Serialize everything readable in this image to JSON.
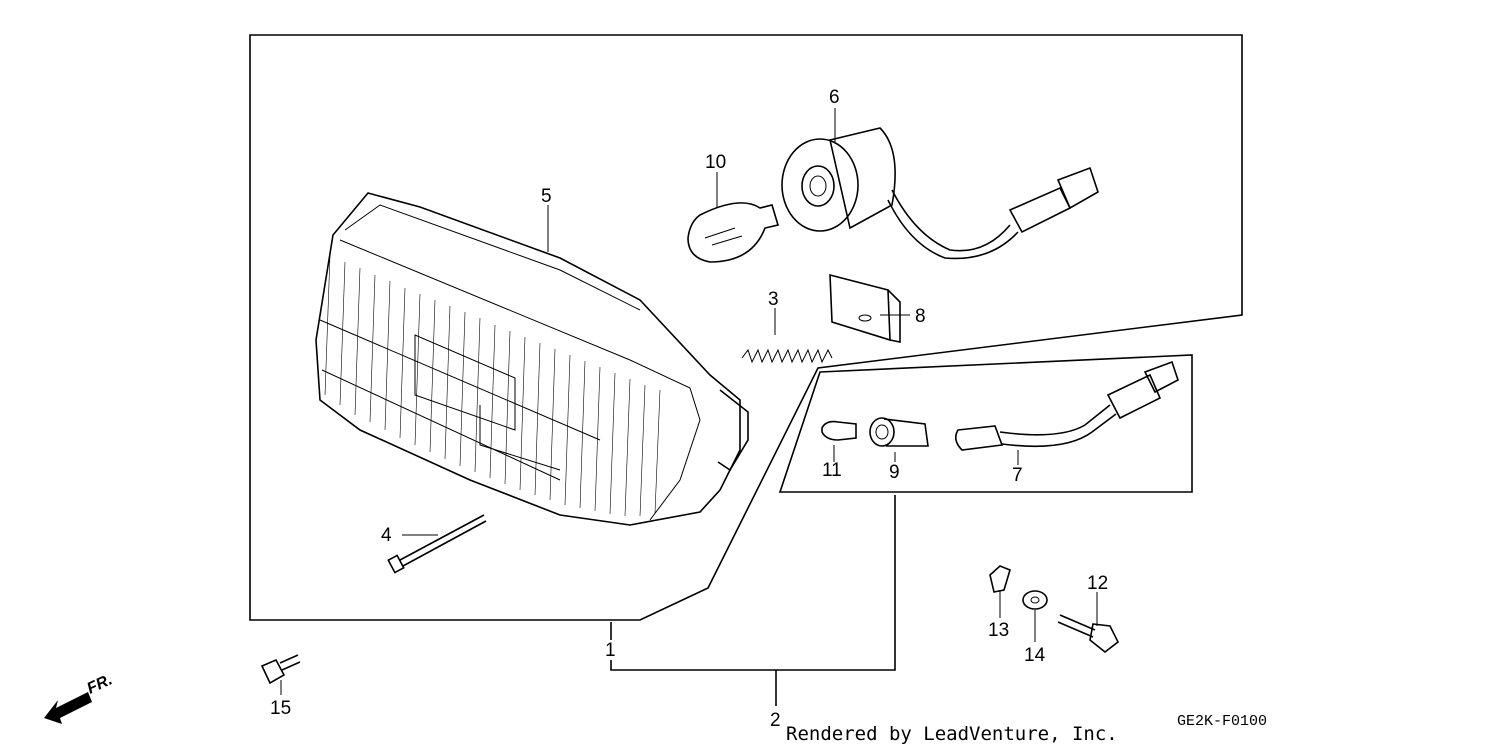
{
  "diagram": {
    "callouts": {
      "c1": "1",
      "c2": "2",
      "c3": "3",
      "c4": "4",
      "c5": "5",
      "c6": "6",
      "c7": "7",
      "c8": "8",
      "c9": "9",
      "c10": "10",
      "c11": "11",
      "c12": "12",
      "c13": "13",
      "c14": "14",
      "c15": "15"
    },
    "direction_label": "FR.",
    "drawing_code": "GE2K-F0100",
    "credit": "Rendered by LeadVenture, Inc."
  }
}
